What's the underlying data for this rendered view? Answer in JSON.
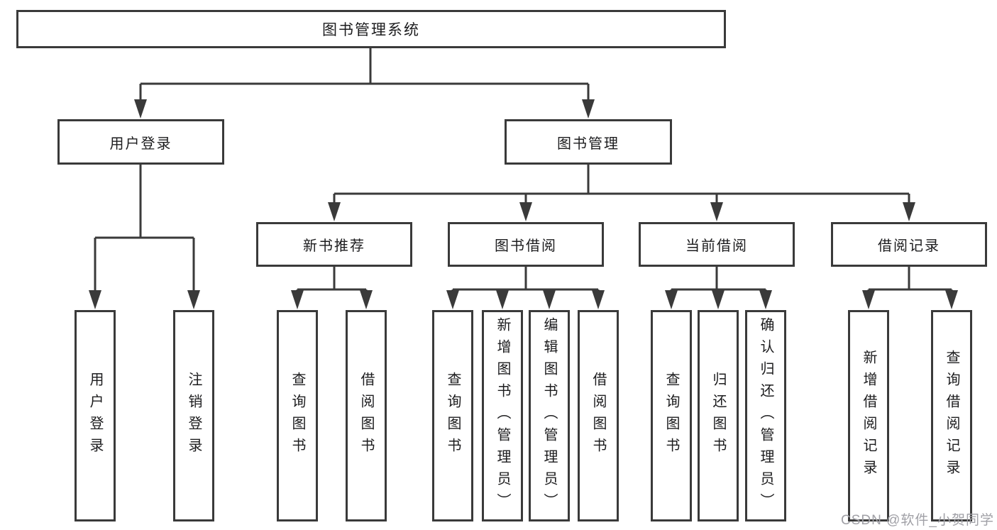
{
  "tree": {
    "label": "图书管理系统",
    "children": [
      {
        "label": "用户登录",
        "children": [
          {
            "label": "用户登录"
          },
          {
            "label": "注销登录"
          }
        ]
      },
      {
        "label": "图书管理",
        "children": [
          {
            "label": "新书推荐",
            "children": [
              {
                "label": "查询图书"
              },
              {
                "label": "借阅图书"
              }
            ]
          },
          {
            "label": "图书借阅",
            "children": [
              {
                "label": "查询图书"
              },
              {
                "label": "新增图书（管理员）"
              },
              {
                "label": "编辑图书（管理员）"
              },
              {
                "label": "借阅图书"
              }
            ]
          },
          {
            "label": "当前借阅",
            "children": [
              {
                "label": "查询图书"
              },
              {
                "label": "归还图书"
              },
              {
                "label": "确认归还（管理员）"
              }
            ]
          },
          {
            "label": "借阅记录",
            "children": [
              {
                "label": "新增借阅记录"
              },
              {
                "label": "查询借阅记录"
              }
            ]
          }
        ]
      }
    ]
  },
  "watermark": "CSDN @软件_小贺同学",
  "colors": {
    "line": "#3a3a3a",
    "text": "#1c1c1e",
    "watermark": "#a0a0a6",
    "background": "#ffffff"
  }
}
